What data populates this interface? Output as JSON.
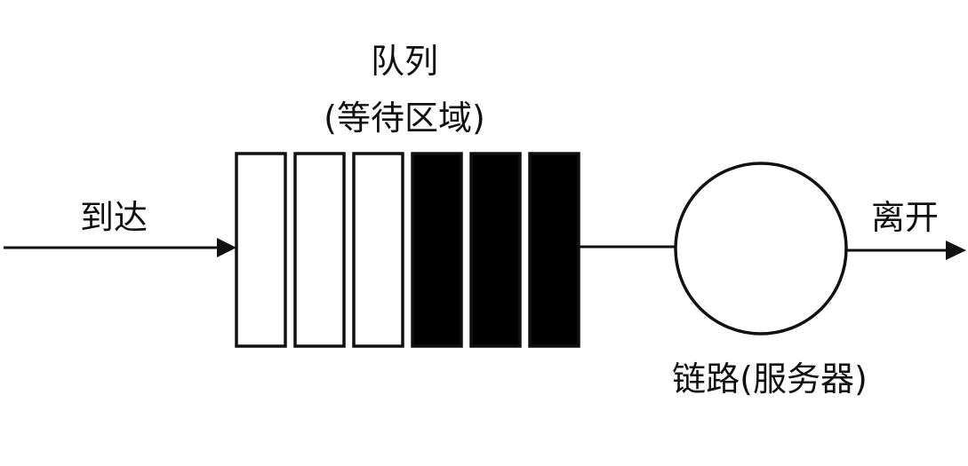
{
  "queue": {
    "title": "队列",
    "subtitle": "(等待区域)",
    "slots": [
      {
        "state": "empty"
      },
      {
        "state": "empty"
      },
      {
        "state": "empty"
      },
      {
        "state": "filled"
      },
      {
        "state": "filled"
      },
      {
        "state": "filled"
      }
    ]
  },
  "arrival_label": "到达",
  "departure_label": "离开",
  "server_label": "链路(服务器)",
  "colors": {
    "stroke": "#111111",
    "empty_fill": "#ffffff",
    "filled_fill": "#000000"
  }
}
